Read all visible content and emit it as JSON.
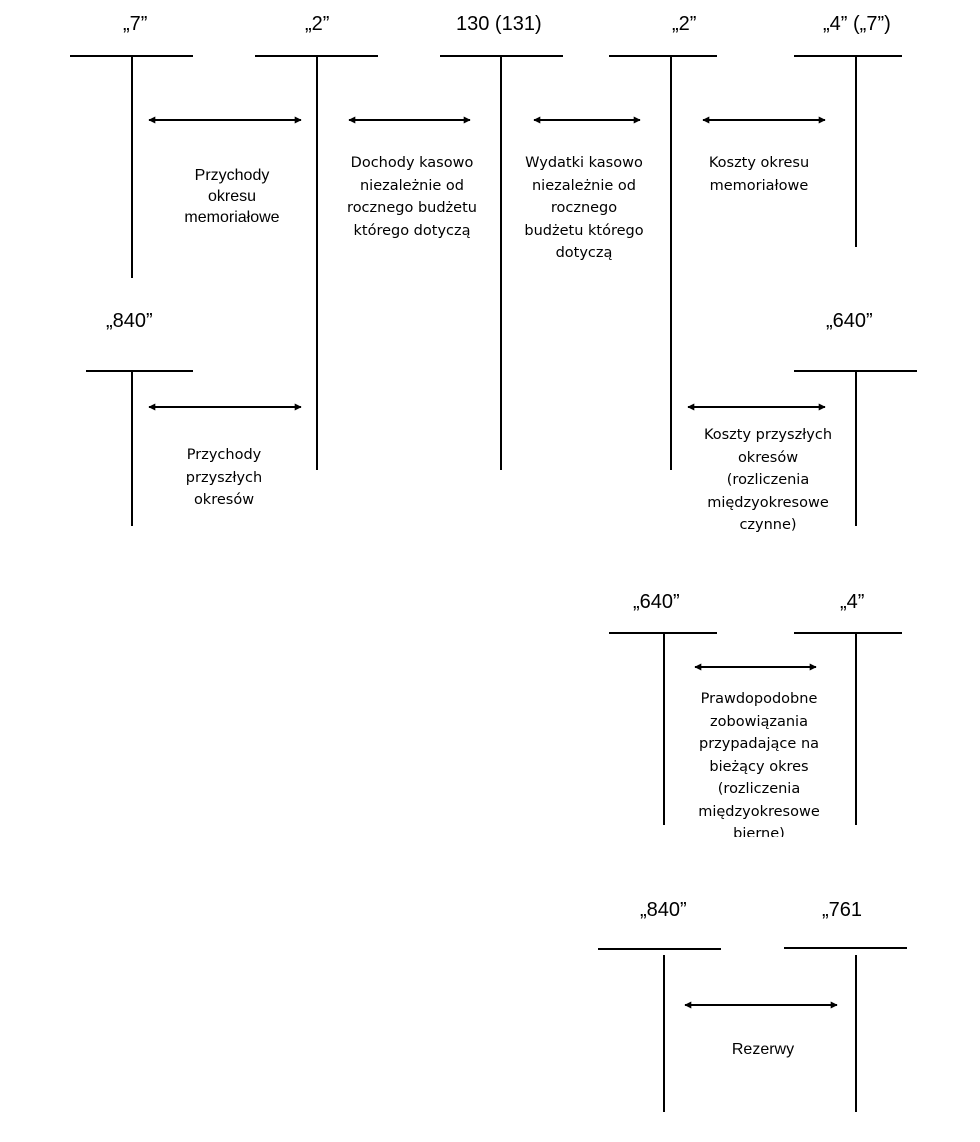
{
  "colors": {
    "lines": "#000000",
    "background": "#ffffff"
  },
  "accounts": [
    {
      "label": "„7”"
    },
    {
      "label": "„2”"
    },
    {
      "label": "130 (131)"
    },
    {
      "label": "„2”"
    },
    {
      "label": "„4” („7”)"
    },
    {
      "label": "„840”"
    },
    {
      "label": "„640”"
    },
    {
      "label": "„640”"
    },
    {
      "label": "„4”"
    },
    {
      "label": "„840”"
    },
    {
      "label": "„761"
    }
  ],
  "flows": [
    {
      "text": "Przychody okresu memoriałowe"
    },
    {
      "text": "Dochody kasowo niezależnie od rocznego budżetu którego dotyczą"
    },
    {
      "text": "Wydatki kasowo niezależnie od rocznego budżetu którego dotyczą"
    },
    {
      "text": "Koszty okresu memoriałowe"
    },
    {
      "text": "Przychody przyszłych okresów"
    },
    {
      "text": "Koszty przyszłych okresów (rozliczenia międzyokresowe czynne)"
    },
    {
      "text": "Prawdopodobne zobowiązania przypadające na bieżący okres (rozliczenia międzyokresowe bierne)"
    },
    {
      "text": "Rezerwy"
    }
  ]
}
